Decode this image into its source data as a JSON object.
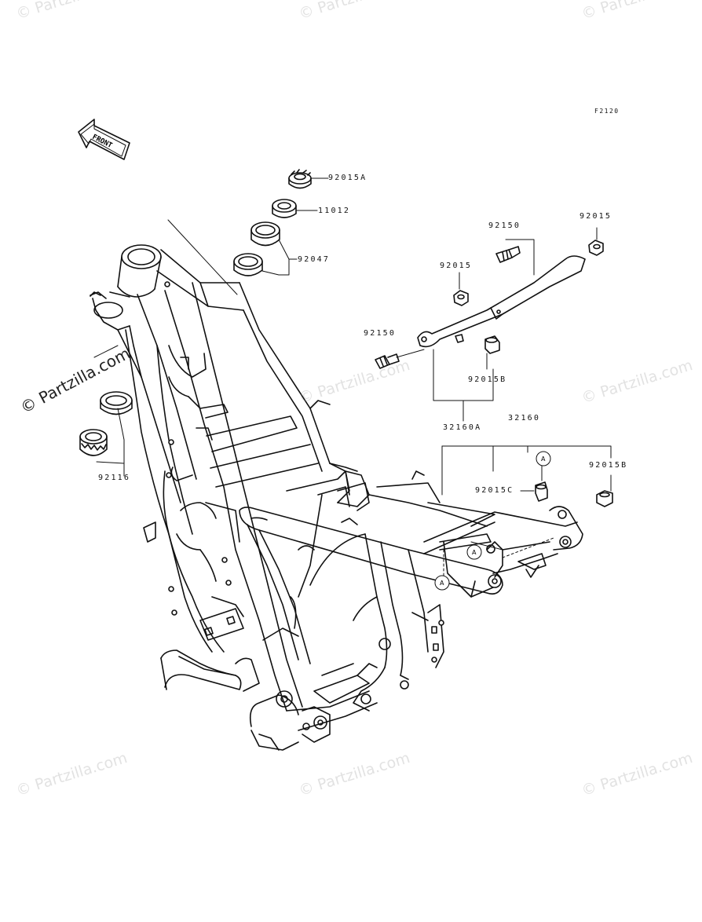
{
  "figure_code": "F2120",
  "front_arrow_label": "FRONT",
  "reference_mark": "A",
  "watermark_text": "© Partzilla.com",
  "parts": {
    "p92015A": "92015A",
    "p11012": "11012",
    "p92047": "92047",
    "p92116": "92116",
    "p92150_top": "92150",
    "p92015_top": "92015",
    "p92015_mid": "92015",
    "p92150_left": "92150",
    "p92015B_mid": "92015B",
    "p32160A": "32160A",
    "p32160": "32160",
    "p92015C": "92015C",
    "p92015B_right": "92015B"
  },
  "colors": {
    "line": "#111111",
    "watermark": "#c8c8c8"
  }
}
